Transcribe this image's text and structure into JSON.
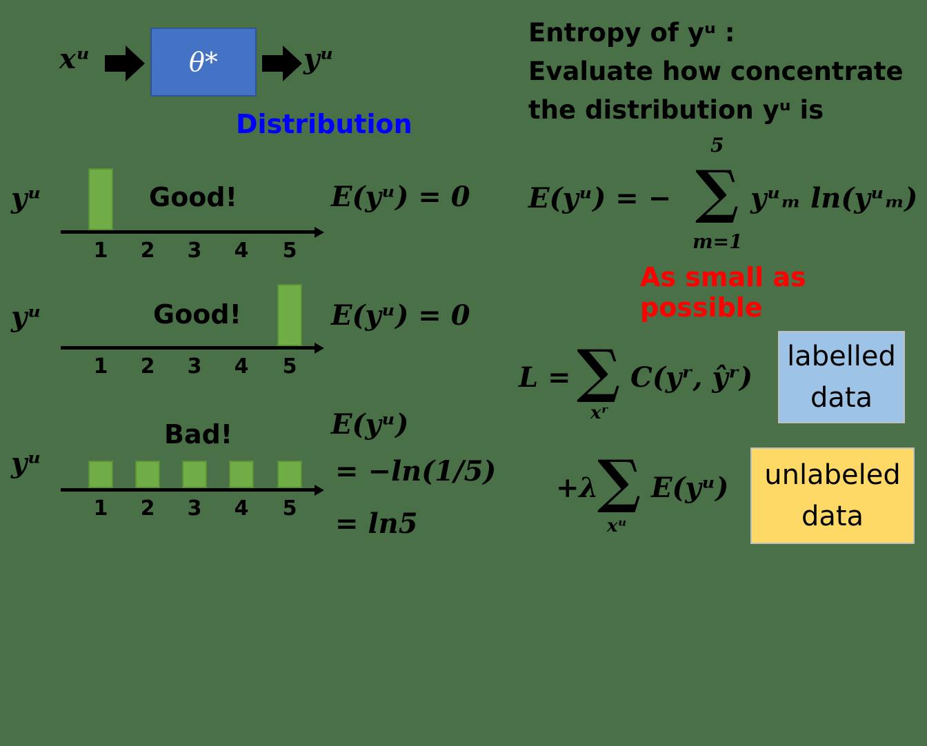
{
  "model": {
    "input": "xᵘ",
    "param": "θ*",
    "output": "yᵘ",
    "distribution_label": "Distribution"
  },
  "entropy_desc": {
    "line1": "Entropy of yᵘ :",
    "line2": "Evaluate how concentrate",
    "line3": "the distribution yᵘ is"
  },
  "plots": [
    {
      "label": "yᵘ",
      "verdict": "Good!",
      "ticks": [
        "1",
        "2",
        "3",
        "4",
        "5"
      ],
      "values": [
        1,
        0,
        0,
        0,
        0
      ],
      "entropy": "E(yᵘ) = 0"
    },
    {
      "label": "yᵘ",
      "verdict": "Good!",
      "ticks": [
        "1",
        "2",
        "3",
        "4",
        "5"
      ],
      "values": [
        0,
        0,
        0,
        0,
        1
      ],
      "entropy": "E(yᵘ) = 0"
    },
    {
      "label": "yᵘ",
      "verdict": "Bad!",
      "ticks": [
        "1",
        "2",
        "3",
        "4",
        "5"
      ],
      "values": [
        0.2,
        0.2,
        0.2,
        0.2,
        0.2
      ],
      "entropy": "E(yᵘ)",
      "entropy2": "= −ln(1/5)",
      "entropy3": "= ln5"
    }
  ],
  "formula": {
    "entropy_lhs": "E(yᵘ) = −",
    "sigma_top": "5",
    "sigma_bottom": "m=1",
    "entropy_rhs": "yᵘₘ ln(yᵘₘ)",
    "small_label": "As small as possible",
    "loss_lhs": "L =",
    "loss_sub": "xʳ",
    "loss_term": "C(yʳ, ŷʳ)",
    "reg_lhs": "+λ",
    "reg_sub": "xᵘ",
    "reg_term": "E(yᵘ)"
  },
  "boxes": {
    "labelled": [
      "labelled",
      "data"
    ],
    "unlabeled": [
      "unlabeled",
      "data"
    ]
  },
  "colors": {
    "background": "#4a7048",
    "model_box": "#4472c4",
    "bar": "#70ad47",
    "distribution": "#0000ff",
    "small_label": "#ff0000",
    "labelled_box": "#9dc3e6",
    "unlabeled_box": "#ffd966"
  }
}
